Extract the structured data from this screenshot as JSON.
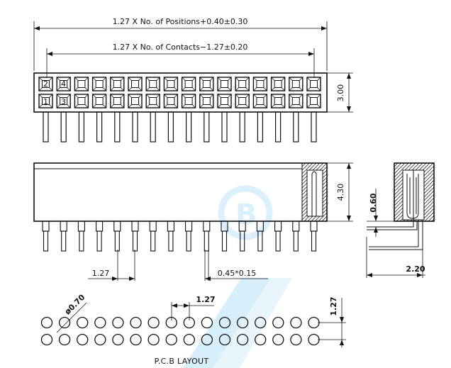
{
  "dimensions": {
    "total_length": "1.27 X No. of Positions+0.40±0.30",
    "contact_span": "1.27 X No. of Contacts−1.27±0.20",
    "height_top": "3.00",
    "body_height": "4.30",
    "pin_offset": "0.60",
    "side_depth": "2.20",
    "pitch_front": "1.27",
    "pin_size": "0.45*0.15",
    "hole_diameter": "ø0.70",
    "pcb_pitch_x": "1.27",
    "pcb_pitch_y": "1.27"
  },
  "pin_labels": {
    "top_left": "2",
    "top_second": "4",
    "bottom_left": "1",
    "bottom_second": "3"
  },
  "pcb_label": "P.C.B LAYOUT",
  "connector": {
    "positions_per_row": 16,
    "rows": 2
  },
  "colors": {
    "line": "#111111",
    "background": "#ffffff",
    "watermark": "#2fa6e8"
  }
}
